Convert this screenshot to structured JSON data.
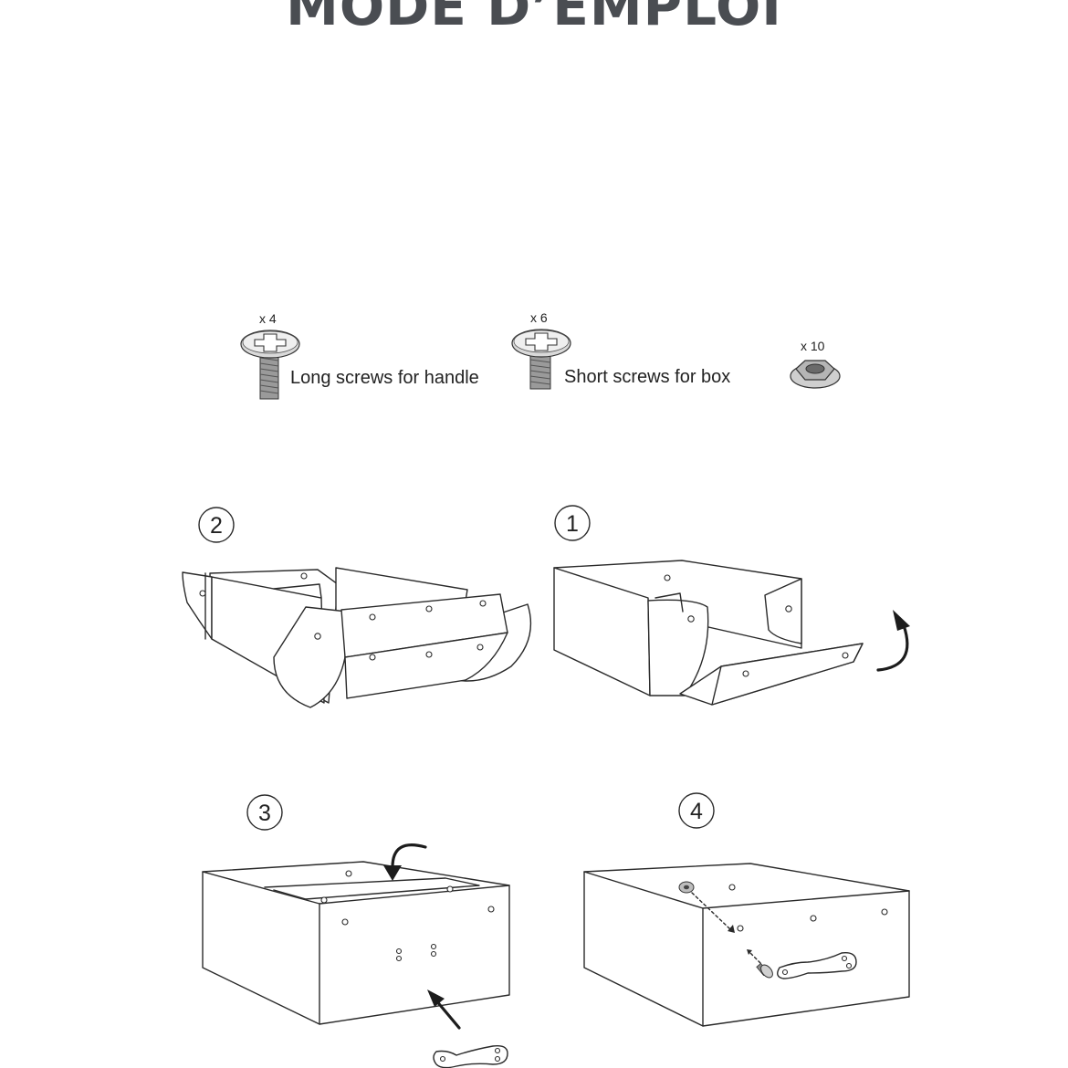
{
  "title": "MODE D’EMPLOI",
  "parts": {
    "long_screw": {
      "quantity": "x 4",
      "label": "Long screws for handle"
    },
    "short_screw": {
      "quantity": "x 6",
      "label": "Short screws for box"
    },
    "nut": {
      "quantity": "x 10"
    }
  },
  "steps": [
    {
      "number": "2"
    },
    {
      "number": "1"
    },
    {
      "number": "3"
    },
    {
      "number": "4"
    }
  ],
  "colors": {
    "title": "#4a4d52",
    "ink": "#2a2a2a",
    "background": "#ffffff"
  }
}
